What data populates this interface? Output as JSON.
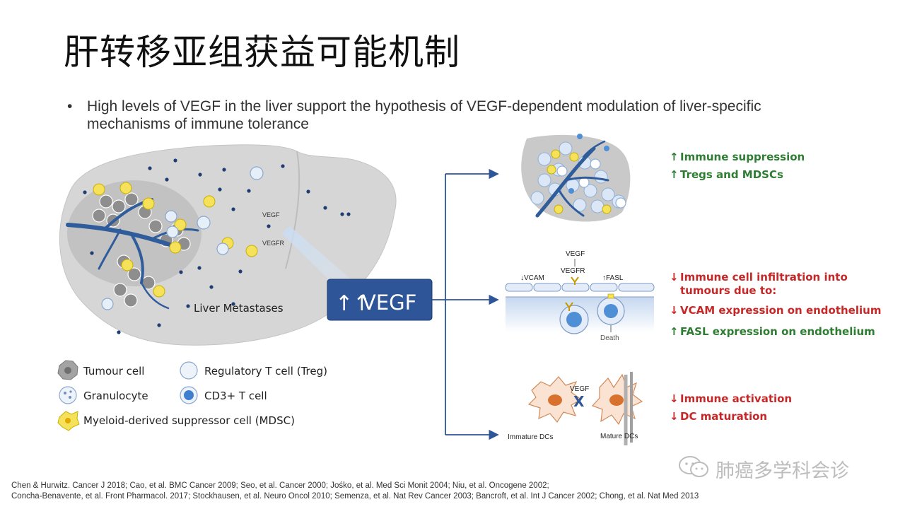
{
  "slide": {
    "title": "肝转移亚组获益可能机制",
    "bullet_symbol": "•",
    "bullet": "High levels of VEGF in the liver support the hypothesis of VEGF-dependent modulation of liver-specific mechanisms of immune tolerance"
  },
  "liver": {
    "label": "Liver Metastases",
    "vegf_tag": "VEGF",
    "vegfr_tag": "VEGFR"
  },
  "center_box": {
    "label": "VEGF",
    "arrows": "↑↑",
    "color": "#2e5597"
  },
  "panels": {
    "endothelium": {
      "vegf": "VEGF",
      "vegfr": "VEGFR",
      "vcam": "↓VCAM",
      "fasl": "↑FASL",
      "death": "Death"
    },
    "dc": {
      "vegf": "VEGF",
      "immature": "Immature DCs",
      "mature": "Mature DCs"
    }
  },
  "effects": {
    "group1": [
      {
        "arrow": "up",
        "text": "Immune suppression",
        "color": "#2e7d32"
      },
      {
        "arrow": "up",
        "text": "Tregs and MDSCs",
        "color": "#2e7d32"
      }
    ],
    "group2": [
      {
        "arrow": "down",
        "text": "Immune cell infiltration into",
        "color": "#c62828"
      },
      {
        "arrow": "none",
        "text": "tumours due to:",
        "color": "#c62828"
      },
      {
        "arrow": "down",
        "text": "VCAM expression on endothelium",
        "color": "#c62828"
      },
      {
        "arrow": "up",
        "text": "FASL expression on endothelium",
        "color": "#2e7d32"
      }
    ],
    "group3": [
      {
        "arrow": "down",
        "text": "Immune activation",
        "color": "#c62828"
      },
      {
        "arrow": "down",
        "text": "DC maturation",
        "color": "#c62828"
      }
    ]
  },
  "legend": [
    {
      "icon": "tumour-cell-icon",
      "text": "Tumour cell"
    },
    {
      "icon": "treg-cell-icon",
      "text": "Regulatory T cell (Treg)"
    },
    {
      "icon": "granulocyte-icon",
      "text": "Granulocyte"
    },
    {
      "icon": "cd3-t-cell-icon",
      "text": "CD3+ T cell"
    },
    {
      "icon": "mdsc-icon",
      "text": "Myeloid-derived suppressor cell (MDSC)"
    }
  ],
  "references": [
    "Chen & Hurwitz. Cancer J 2018; Cao, et al. BMC Cancer 2009; Seo, et al. Cancer 2000; Jośko, et al. Med Sci Monit 2004; Niu, et al. Oncogene 2002;",
    "Concha-Benavente, et al. Front Pharmacol. 2017; Stockhausen, et al. Neuro Oncol 2010; Semenza, et al. Nat Rev Cancer 2003; Bancroft, et al. Int J Cancer 2002; Chong, et al. Nat Med 2013"
  ],
  "watermark": "肺癌多学科会诊",
  "colors": {
    "green": "#2e7d32",
    "red": "#c62828",
    "liver_fill": "#d9d9d9",
    "vessel": "#2f5c9b",
    "mdsc": "#f5e15a"
  }
}
